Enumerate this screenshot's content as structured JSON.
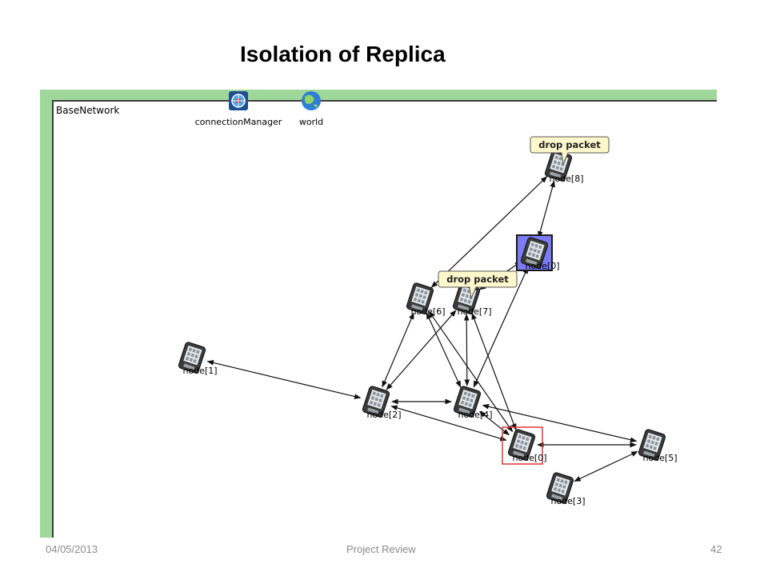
{
  "slide": {
    "title": "Isolation of Replica"
  },
  "network": {
    "name": "BaseNetwork",
    "modules": [
      {
        "label": "connectionManager",
        "icon": "connection-manager-icon"
      },
      {
        "label": "world",
        "icon": "globe-icon"
      }
    ],
    "nodes": [
      {
        "id": "n8",
        "label": "node[8]"
      },
      {
        "id": "n0top",
        "label": "node[0]",
        "highlight": "selected"
      },
      {
        "id": "n6",
        "label": "node[6]"
      },
      {
        "id": "n7",
        "label": "node[7]"
      },
      {
        "id": "n1",
        "label": "node[1]"
      },
      {
        "id": "n2",
        "label": "node[2]"
      },
      {
        "id": "n4",
        "label": "node[4]"
      },
      {
        "id": "n0",
        "label": "node[0]",
        "highlight": "red"
      },
      {
        "id": "n5",
        "label": "node[5]"
      },
      {
        "id": "n3",
        "label": "node[3]"
      }
    ],
    "bubbles": [
      {
        "text": "drop packet",
        "node": "n8"
      },
      {
        "text": "drop packet",
        "node": "n7"
      }
    ],
    "links": [
      [
        "n1",
        "n2"
      ],
      [
        "n2",
        "n4"
      ],
      [
        "n2",
        "n0"
      ],
      [
        "n2",
        "n6"
      ],
      [
        "n2",
        "n7"
      ],
      [
        "n6",
        "n4"
      ],
      [
        "n6",
        "n0"
      ],
      [
        "n7",
        "n4"
      ],
      [
        "n7",
        "n0"
      ],
      [
        "n4",
        "n0"
      ],
      [
        "n4",
        "n5"
      ],
      [
        "n0",
        "n5"
      ],
      [
        "n5",
        "n3"
      ],
      [
        "n4",
        "n0top"
      ],
      [
        "n8",
        "n0top"
      ],
      [
        "n8",
        "n6"
      ],
      [
        "n0top",
        "n7"
      ]
    ],
    "colors": {
      "frame": "#9fd89a",
      "selected": "#7b7bf5",
      "highlight": "#e53333",
      "bubble": "#fff8cc"
    }
  },
  "footer": {
    "date": "04/05/2013",
    "center": "Project Review",
    "page": "42"
  }
}
